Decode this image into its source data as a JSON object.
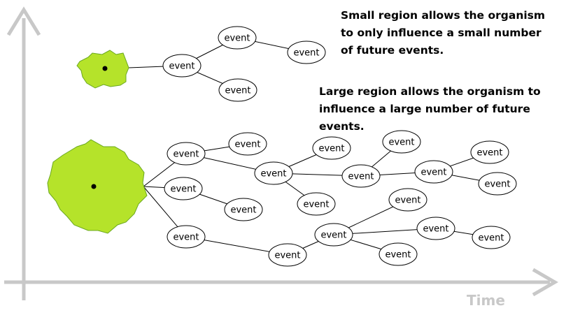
{
  "captions": {
    "small_region": "Small region allows the organism\nto only influence a small number\nof future events.",
    "large_region": "Large region allows the organism to\ninfluence a large number of future events."
  },
  "axis": {
    "x_label": "Time"
  },
  "node_label": "event",
  "colors": {
    "region_fill": "#b5e32a",
    "region_stroke": "#6aa820",
    "axis": "#c8c8c8",
    "edge": "#000000"
  },
  "small_tree": {
    "nodes": [
      "n0",
      "n1",
      "n2",
      "n3"
    ],
    "edges": [
      [
        "region",
        "n0"
      ],
      [
        "n0",
        "n1"
      ],
      [
        "n0",
        "n3"
      ],
      [
        "n1",
        "n2"
      ]
    ]
  },
  "large_tree": {
    "nodes": [
      "m0",
      "m1",
      "m2",
      "m3",
      "m4",
      "m5",
      "m6",
      "m7",
      "m8",
      "m9",
      "m10",
      "m11",
      "m12",
      "m13",
      "m14",
      "m15",
      "m16",
      "m17",
      "m18"
    ],
    "edges": [
      [
        "region",
        "m0"
      ],
      [
        "region",
        "m1"
      ],
      [
        "region",
        "m2"
      ],
      [
        "m0",
        "m3"
      ],
      [
        "m0",
        "m4"
      ],
      [
        "m4",
        "m5"
      ],
      [
        "m4",
        "m6"
      ],
      [
        "m4",
        "m7"
      ],
      [
        "m7",
        "m8"
      ],
      [
        "m7",
        "m9"
      ],
      [
        "m9",
        "m10"
      ],
      [
        "m9",
        "m11"
      ],
      [
        "m1",
        "m12"
      ],
      [
        "m2",
        "m13"
      ],
      [
        "m13",
        "m14"
      ],
      [
        "m14",
        "m15"
      ],
      [
        "m14",
        "m16"
      ],
      [
        "m14",
        "m17"
      ],
      [
        "m16",
        "m18"
      ]
    ]
  }
}
